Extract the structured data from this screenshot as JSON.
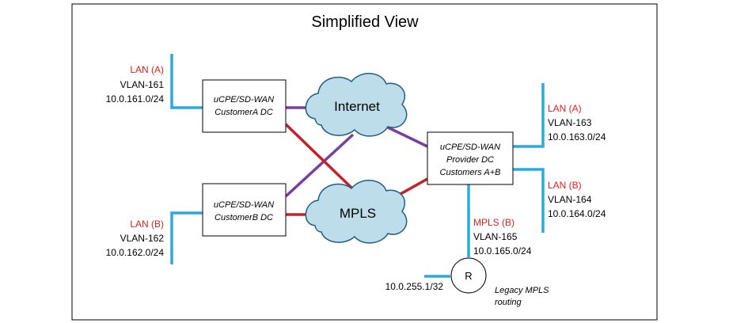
{
  "title": "Simplified View",
  "colors": {
    "lan_line": "#2aaae0",
    "internet_link": "#7a3ea0",
    "mpls_link": "#c8202a",
    "label_red": "#e0211f",
    "cloud_fill": "#bcdde9",
    "cloud_stroke": "#1f5f85"
  },
  "clouds": {
    "internet": {
      "label": "Internet"
    },
    "mpls": {
      "label": "MPLS"
    }
  },
  "devices": {
    "customer_a": {
      "line1": "uCPE/SD-WAN",
      "line2": "CustomerA DC"
    },
    "customer_b": {
      "line1": "uCPE/SD-WAN",
      "line2": "CustomerB DC"
    },
    "provider": {
      "line1": "uCPE/SD-WAN",
      "line2": "Provider DC",
      "line3": "Customers A+B"
    }
  },
  "lans": {
    "a_left": {
      "name": "LAN (A)",
      "vlan": "VLAN-161",
      "subnet": "10.0.161.0/24"
    },
    "b_left": {
      "name": "LAN (B)",
      "vlan": "VLAN-162",
      "subnet": "10.0.162.0/24"
    },
    "a_right": {
      "name": "LAN (A)",
      "vlan": "VLAN-163",
      "subnet": "10.0.163.0/24"
    },
    "b_right": {
      "name": "LAN (B)",
      "vlan": "VLAN-164",
      "subnet": "10.0.164.0/24"
    },
    "mpls_b": {
      "name": "MPLS (B)",
      "vlan": "VLAN-165",
      "subnet": "10.0.165.0/24"
    }
  },
  "router": {
    "label": "R",
    "address": "10.0.255.1/32",
    "note_line1": "Legacy MPLS",
    "note_line2": "routing"
  }
}
